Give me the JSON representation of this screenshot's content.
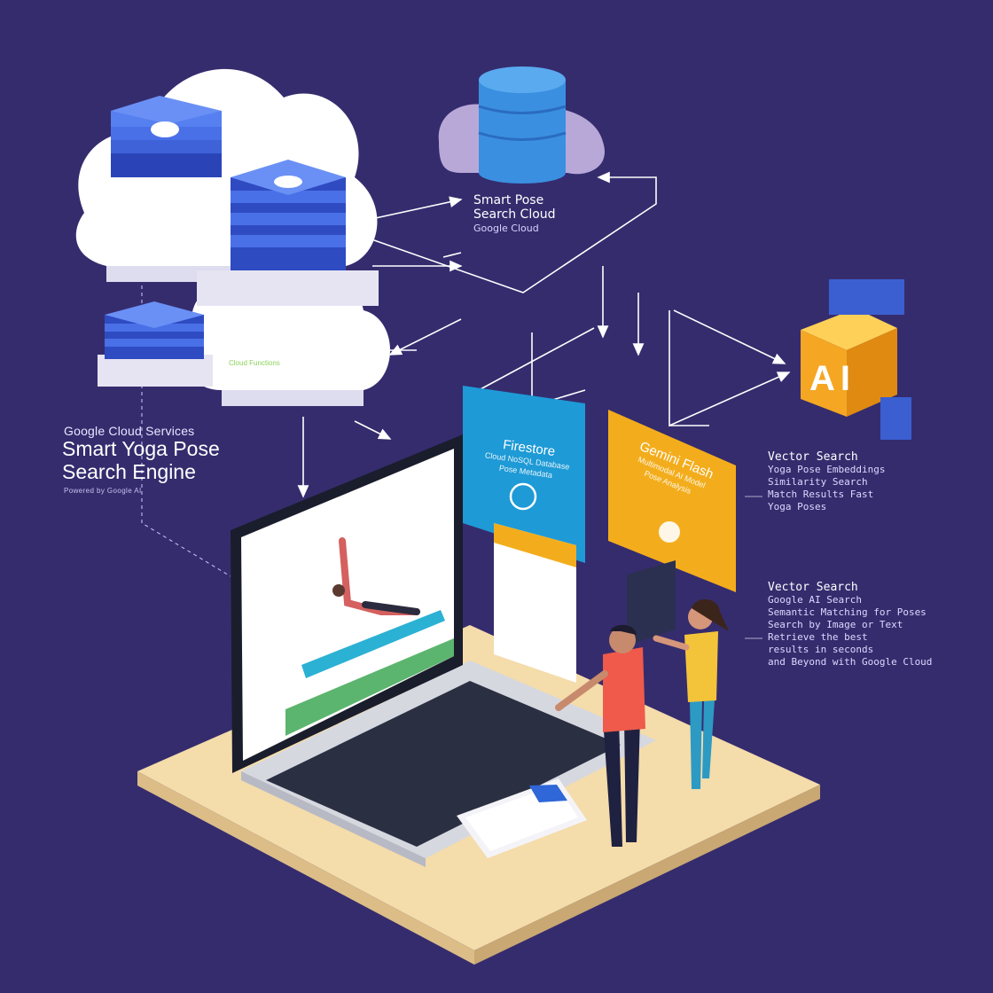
{
  "brand": {
    "subtitle": "Google Cloud Services",
    "title_line1": "Smart Yoga Pose",
    "title_line2": "Search Engine",
    "small_caption": "Powered by Google AI"
  },
  "hub": {
    "line1": "Smart Pose",
    "line2": "Search Cloud",
    "line3": "Google Cloud"
  },
  "cards": {
    "firestore": {
      "title": "Firestore",
      "body1": "Cloud NoSQL Database",
      "body2": "Pose Metadata"
    },
    "gemini": {
      "title": "Gemini Flash",
      "body1": "Multimodal AI Model",
      "body2": "Pose Analysis"
    }
  },
  "ai_badge": {
    "label": "AI"
  },
  "side_panels": {
    "top": {
      "title": "Vector Search",
      "lines": [
        "Yoga Pose Embeddings",
        "Similarity Search",
        "Match Results Fast",
        "Yoga Poses"
      ]
    },
    "bottom": {
      "title": "Vector Search",
      "lines": [
        "Google AI Search",
        "Semantic Matching for Poses",
        "Search by Image or Text",
        "Retrieve the best",
        "results in seconds",
        "and Beyond with Google Cloud"
      ]
    }
  },
  "tag_label": "Cloud Functions",
  "colors": {
    "background": "#352c6e",
    "accent_blue": "#3f62d9",
    "firestore_card": "#1e9ad6",
    "gemini_card": "#f3ad1c",
    "ai_cube": "#f5a623",
    "platform": "#f4dcab"
  },
  "icons": [
    "cloud-icon",
    "database-icon",
    "gear-icon",
    "ai-chip-icon",
    "yoga-mat-icon",
    "phone-icon"
  ]
}
